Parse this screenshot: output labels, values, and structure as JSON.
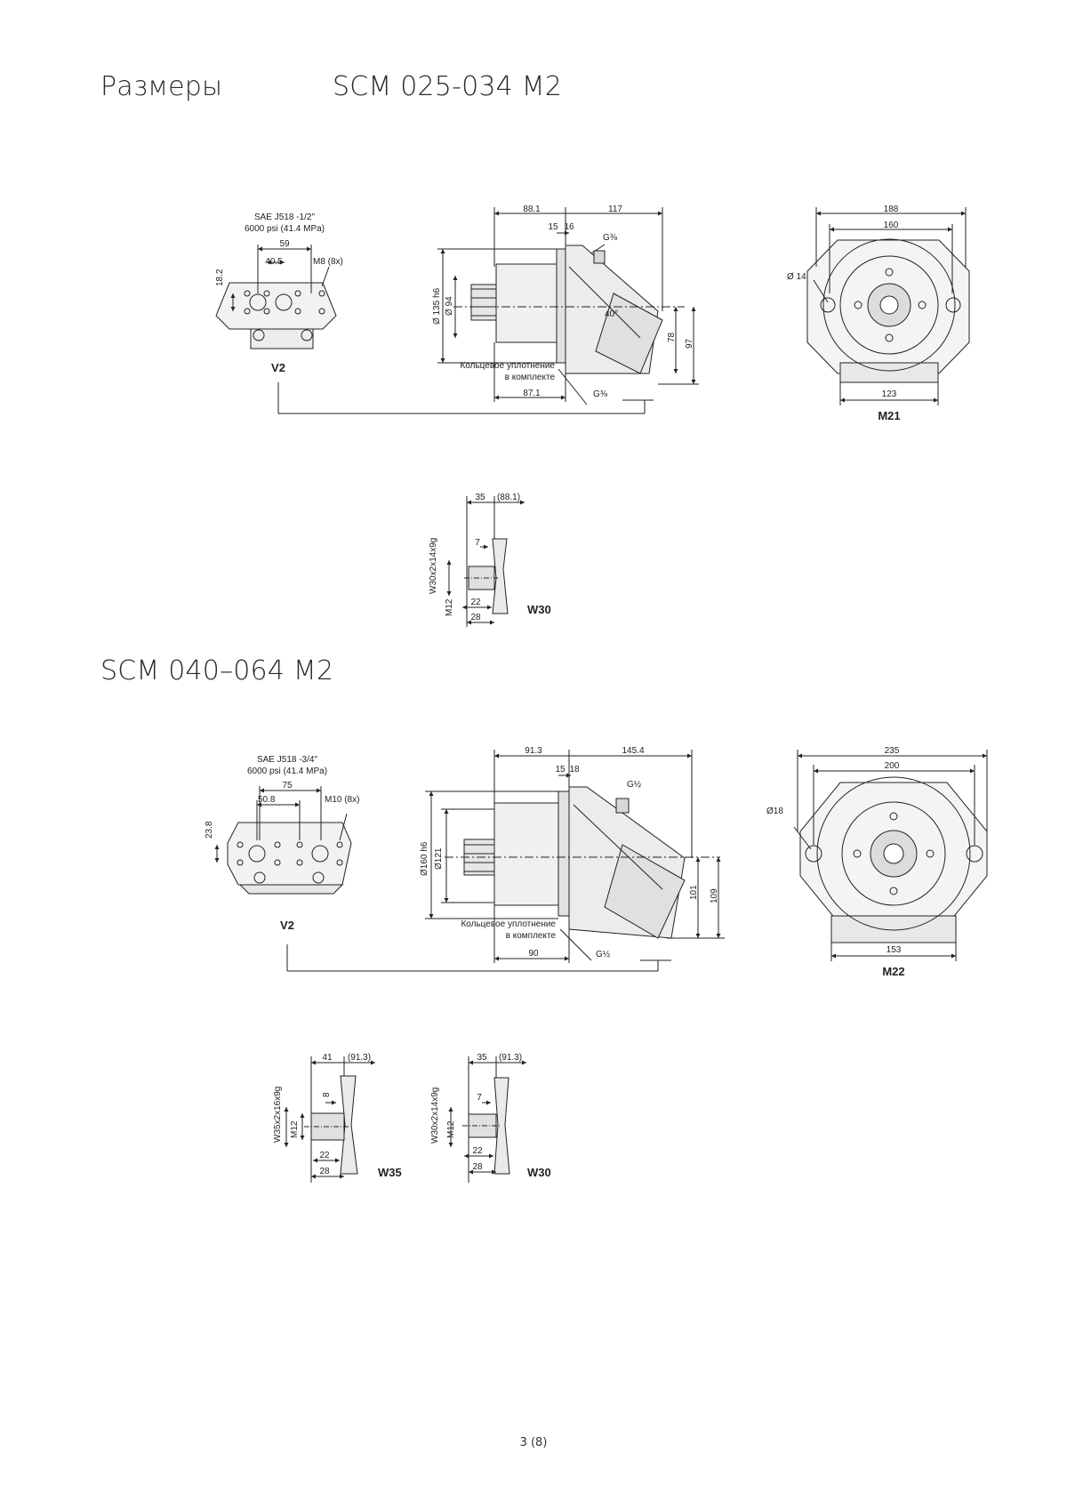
{
  "header": {
    "section_title": "Размеры",
    "series1_title": "SCM 025-034 M2",
    "series2_title": "SCM 040–064 M2"
  },
  "s1": {
    "v2": {
      "sae": "SAE J518 -1/2\"",
      "psi": "6000 psi (41.4 MPa)",
      "d59": "59",
      "d405": "40.5",
      "m8": "M8 (8x)",
      "d182": "18.2",
      "code": "V2"
    },
    "side": {
      "d881": "88.1",
      "d117": "117",
      "d15": "15",
      "d16": "16",
      "g38": "G⅜",
      "d135": "Ø 135 h6",
      "d94": "Ø 94",
      "a40": "40°",
      "d78": "78",
      "d97": "97",
      "oring1": "Кольцевое уплотнение",
      "oring2": "в комплекте",
      "d871": "87.1",
      "g38b": "G⅜"
    },
    "front": {
      "d188": "188",
      "d160": "160",
      "d14": "Ø 14",
      "d123": "123",
      "code": "M21"
    },
    "w30": {
      "d35": "35",
      "d881": "(88.1)",
      "d7": "7",
      "spline": "W30x2x14x9g",
      "m12": "M12",
      "d22": "22",
      "d28": "28",
      "code": "W30"
    }
  },
  "s2": {
    "v2": {
      "sae": "SAE J518 -3/4\"",
      "psi": "6000 psi (41.4 MPa)",
      "d75": "75",
      "d508": "50.8",
      "m10": "M10 (8x)",
      "d238": "23.8",
      "code": "V2"
    },
    "side": {
      "d913": "91.3",
      "d1454": "145.4",
      "d15": "15",
      "d18": "18",
      "g12": "G½",
      "d160": "Ø160 h6",
      "d121": "Ø121",
      "d101": "101",
      "d109": "109",
      "oring1": "Кольцевое уплотнение",
      "oring2": "в комплекте",
      "d90": "90",
      "g12b": "G½"
    },
    "front": {
      "d235": "235",
      "d200": "200",
      "d18": "Ø18",
      "d153": "153",
      "code": "M22"
    },
    "w35": {
      "d41": "41",
      "d913": "(91.3)",
      "d8": "8",
      "spline": "W35x2x16x9g",
      "m12": "M12",
      "d22": "22",
      "d28": "28",
      "code": "W35"
    },
    "w30": {
      "d35": "35",
      "d913": "(91.3)",
      "d7": "7",
      "spline": "W30x2x14x9g",
      "m12": "M12",
      "d22": "22",
      "d28": "28",
      "code": "W30"
    }
  },
  "footer": {
    "page": "3 (8)"
  }
}
